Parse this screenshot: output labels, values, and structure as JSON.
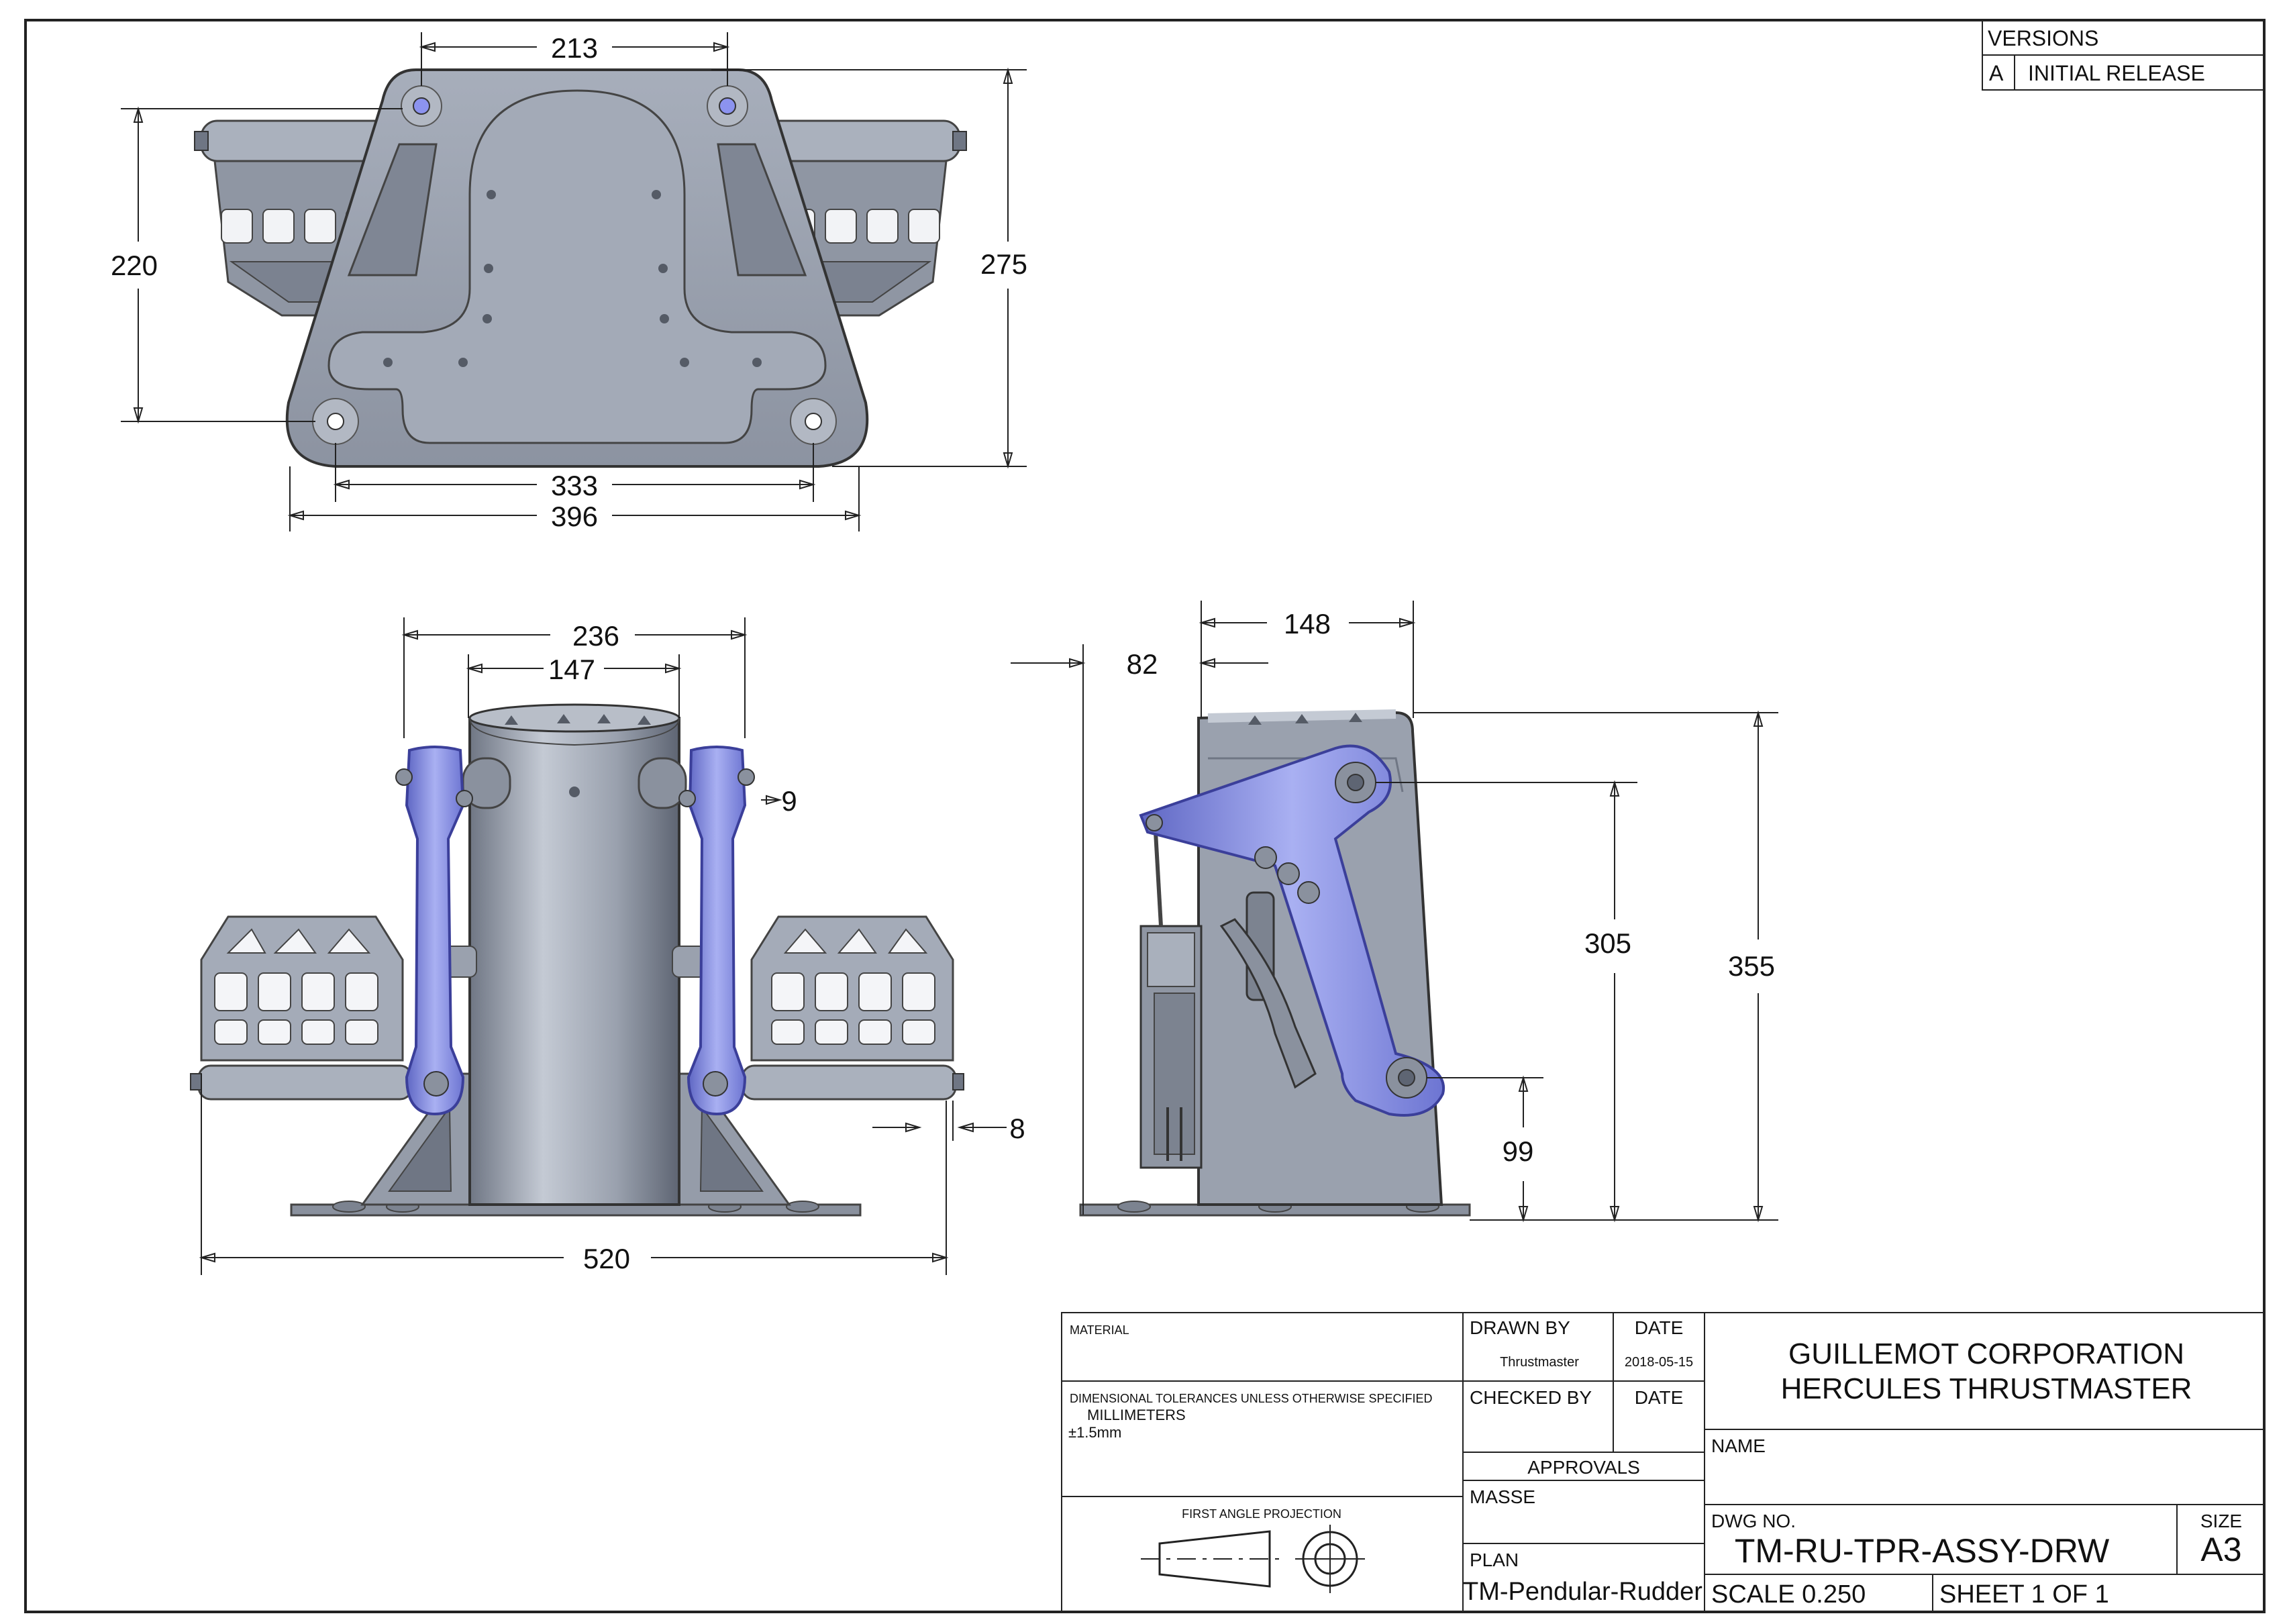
{
  "versions": {
    "header": "VERSIONS",
    "rows": [
      {
        "rev": "A",
        "description": "INITIAL RELEASE"
      }
    ]
  },
  "dimensions": {
    "top_width_holes": "213",
    "top_height_left": "220",
    "top_height_right": "275",
    "top_inner_width": "333",
    "top_outer_width": "396",
    "front_outer_pedal": "236",
    "front_inner_pedal": "147",
    "front_offset": "9",
    "front_plate": "8",
    "front_total_width": "520",
    "side_depth": "148",
    "side_offset": "82",
    "side_pivot_height": "305",
    "side_total_height": "355",
    "side_lower_pivot": "99"
  },
  "title_block": {
    "material_label": "MATERIAL",
    "tolerance_label": "DIMENSIONAL TOLERANCES UNLESS OTHERWISE SPECIFIED",
    "tolerance_units": "MILLIMETERS",
    "tolerance_value": "±1.5mm",
    "projection_label": "FIRST ANGLE PROJECTION",
    "drawn_by_label": "DRAWN BY",
    "drawn_by_value": "Thrustmaster",
    "date_label": "DATE",
    "date_value": "2018-05-15",
    "checked_by_label": "CHECKED BY",
    "checked_date_label": "DATE",
    "approvals_label": "APPROVALS",
    "masse_label": "MASSE",
    "plan_label": "PLAN",
    "plan_value": "TM-Pendular-Rudder",
    "company_line1": "GUILLEMOT CORPORATION",
    "company_line2": "HERCULES THRUSTMASTER",
    "name_label": "NAME",
    "dwg_no_label": "DWG NO.",
    "dwg_no_value": "TM-RU-TPR-ASSY-DRW",
    "size_label": "SIZE",
    "size_value": "A3",
    "scale": "SCALE 0.250",
    "sheet": "SHEET 1 OF 1"
  },
  "colors": {
    "body": "#9aa1ae",
    "body_dark": "#6f7684",
    "body_light": "#c4cad4",
    "pedal_arm": "#8d95e6",
    "pedal_arm_dark": "#5f67c4",
    "line": "#222222"
  }
}
